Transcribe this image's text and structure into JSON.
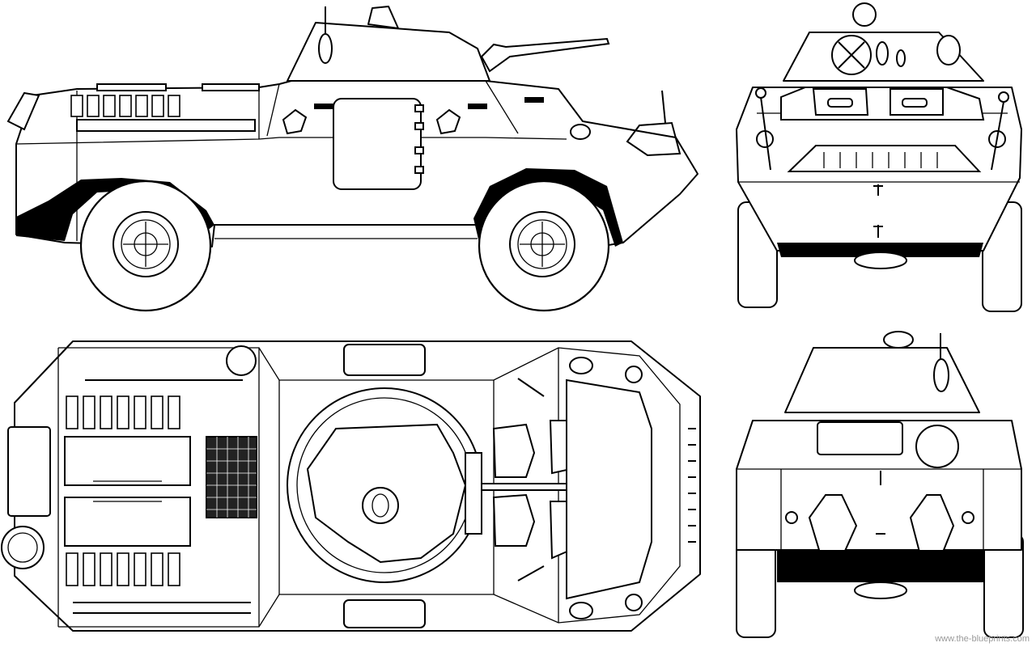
{
  "credit": "www.the-blueprints.com",
  "colors": {
    "ink": "#000000",
    "paper": "#ffffff",
    "credit": "#9a9a9a"
  },
  "views": [
    "side",
    "front",
    "top",
    "rear"
  ]
}
